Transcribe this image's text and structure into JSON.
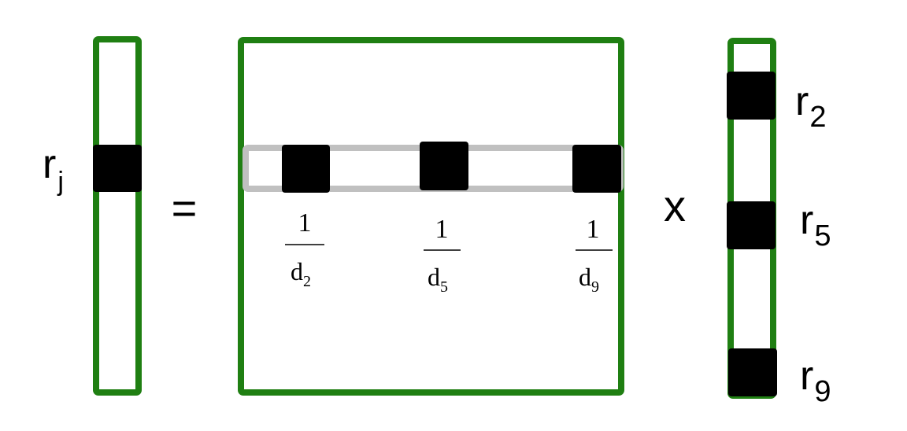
{
  "colors": {
    "vector_border": "#1f7f12",
    "matrix_row_highlight": "#c0c0c0",
    "entry_fill": "#000000",
    "text": "#000000",
    "background": "#ffffff"
  },
  "left_vector": {
    "label_main": "r",
    "label_sub": "j"
  },
  "equals_symbol": "=",
  "times_symbol": "x",
  "matrix_entries": [
    {
      "numerator": "1",
      "denom_main": "d",
      "denom_sub": "2"
    },
    {
      "numerator": "1",
      "denom_main": "d",
      "denom_sub": "5"
    },
    {
      "numerator": "1",
      "denom_main": "d",
      "denom_sub": "9"
    }
  ],
  "right_vector": {
    "entries": [
      {
        "label_main": "r",
        "label_sub": "2"
      },
      {
        "label_main": "r",
        "label_sub": "5"
      },
      {
        "label_main": "r",
        "label_sub": "9"
      }
    ]
  }
}
